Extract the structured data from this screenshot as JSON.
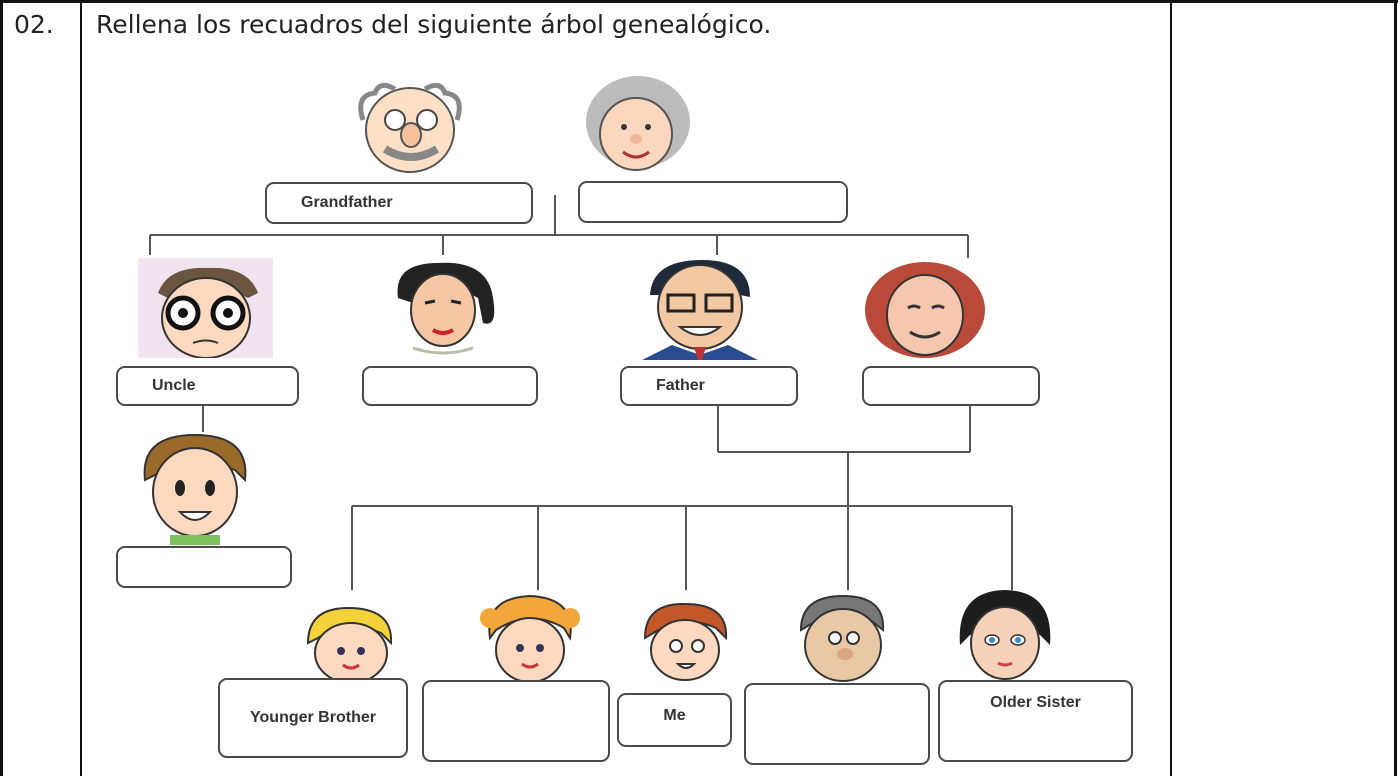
{
  "question": {
    "number": "02.",
    "instruction": "Rellena los recuadros del siguiente árbol genealógico."
  },
  "tree": {
    "grandfather": "Grandfather",
    "grandmother": "",
    "uncle": "Uncle",
    "aunt": "",
    "father": "Father",
    "mother": "",
    "cousin": "",
    "younger_brother": "Younger Brother",
    "sister": "",
    "me": "Me",
    "brother": "",
    "older_sister": "Older Sister"
  },
  "icons": [
    "grandfather-icon",
    "grandmother-icon",
    "uncle-icon",
    "aunt-icon",
    "father-icon",
    "mother-icon",
    "cousin-icon",
    "younger-brother-icon",
    "sister-icon",
    "me-icon",
    "brother-icon",
    "older-sister-icon"
  ]
}
